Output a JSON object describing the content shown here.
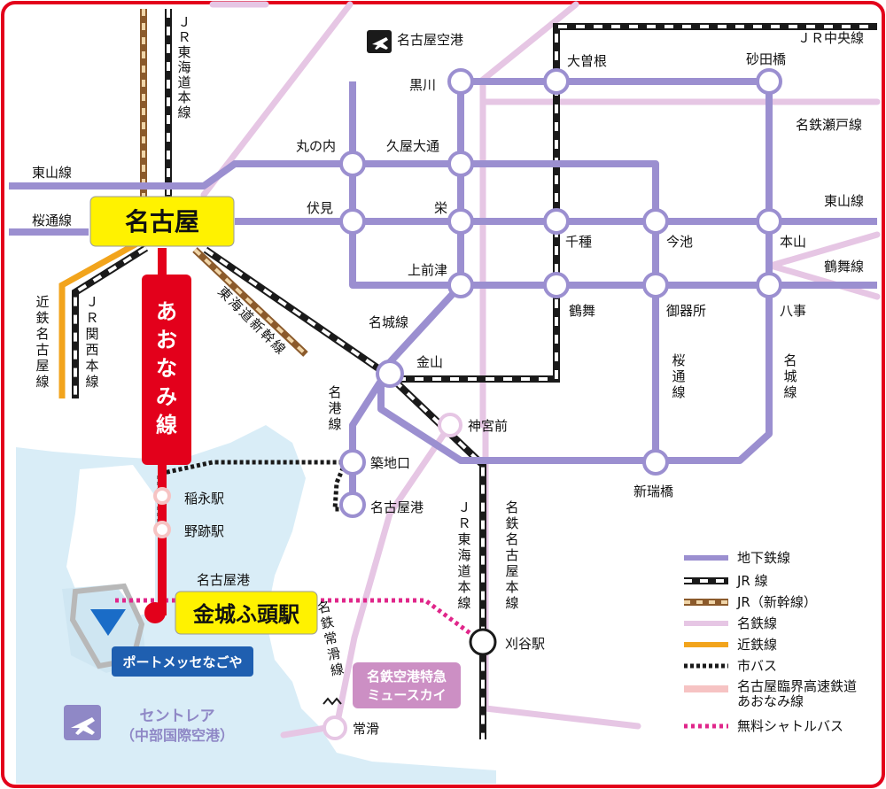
{
  "colors": {
    "subway": "#9b8fd0",
    "meitetsu": "#e6c6e4",
    "kintetsu": "#f2a41c",
    "aonami": "#e3001b",
    "aonami_light": "#f6c3c3",
    "shuttle": "#e0268a",
    "jr_black": "#1a1a1a",
    "shinkansen": "#8b5a2b",
    "frame": "#e3001b",
    "sea": "#d6ecf6",
    "highlight": "#fff200"
  },
  "hubs": {
    "nagoya": "名古屋",
    "kinjo": "金城ふ頭駅"
  },
  "aonami_line_label": [
    "あ",
    "お",
    "な",
    "み",
    "線"
  ],
  "stations": {
    "kurokawa": "黒川",
    "ozone": "大曽根",
    "sunadabashi": "砂田橋",
    "marunouchi": "丸の内",
    "hisaya": "久屋大通",
    "fushimi": "伏見",
    "sakae": "栄",
    "chikusa": "千種",
    "imaike": "今池",
    "motoyama": "本山",
    "kamimaezu": "上前津",
    "tsurumai": "鶴舞",
    "gokiso": "御器所",
    "yagoto": "八事",
    "kanayama": "金山",
    "jingumae": "神宮前",
    "tsukijiguchi": "築地口",
    "nagoyako_st": "名古屋港",
    "inae": "稲永駅",
    "noseki": "野跡駅",
    "nagoyako_area": "名古屋港",
    "shinmizuhashi": "新瑞橋",
    "kariya": "刈谷駅",
    "tokoname": "常滑"
  },
  "lines": {
    "jr_tokaido_top": [
      "Ｊ",
      "Ｒ",
      "東",
      "海",
      "道",
      "本",
      "線"
    ],
    "jr_chuo": "ＪＲ中央線",
    "meitetsu_seto": "名鉄瀬戸線",
    "higashiyama_left": "東山線",
    "sakuradori_left": "桜通線",
    "higashiyama_right": "東山線",
    "tsurumai_right": "鶴舞線",
    "kintetsu_nagoya": [
      "近",
      "鉄",
      "名",
      "古",
      "屋",
      "線"
    ],
    "jr_kansai": [
      "Ｊ",
      "Ｒ",
      "関",
      "西",
      "本",
      "線"
    ],
    "shinkansen": [
      "東",
      "海",
      "道",
      "新",
      "幹",
      "線"
    ],
    "meijo_left": "名城線",
    "meiko": [
      "名",
      "港",
      "線"
    ],
    "sakuradori_v": [
      "桜",
      "通",
      "線"
    ],
    "meijo_right": [
      "名",
      "城",
      "線"
    ],
    "jr_tokaido_bottom": [
      "Ｊ",
      "Ｒ",
      "東",
      "海",
      "道",
      "本",
      "線"
    ],
    "meitetsu_nagoya_main": [
      "名",
      "鉄",
      "名",
      "古",
      "屋",
      "本",
      "線"
    ],
    "meitetsu_tokoname": [
      "名",
      "鉄",
      "常",
      "滑",
      "線"
    ]
  },
  "places": {
    "airport_top": "名古屋空港",
    "port_messe": "ポートメッセなごや",
    "centrair_1": "セントレア",
    "centrair_2": "（中部国際空港）",
    "mu_sky_1": "名鉄空港特急",
    "mu_sky_2": "ミュースカイ"
  },
  "icons": {
    "airport": "airplane-icon",
    "port_messe": "triangle-marker-icon"
  },
  "legend": [
    {
      "label": "地下鉄線",
      "style": "subway"
    },
    {
      "label": "JR 線",
      "style": "jr"
    },
    {
      "label": "JR（新幹線）",
      "style": "shinkansen"
    },
    {
      "label": "名鉄線",
      "style": "meitetsu"
    },
    {
      "label": "近鉄線",
      "style": "kintetsu"
    },
    {
      "label": "市バス",
      "style": "bus"
    },
    {
      "label": "名古屋臨界高速鉄道",
      "style": "aonami"
    },
    {
      "label": "あおなみ線",
      "style": "aonami-cont"
    },
    {
      "label": "無料シャトルバス",
      "style": "shuttle"
    }
  ]
}
